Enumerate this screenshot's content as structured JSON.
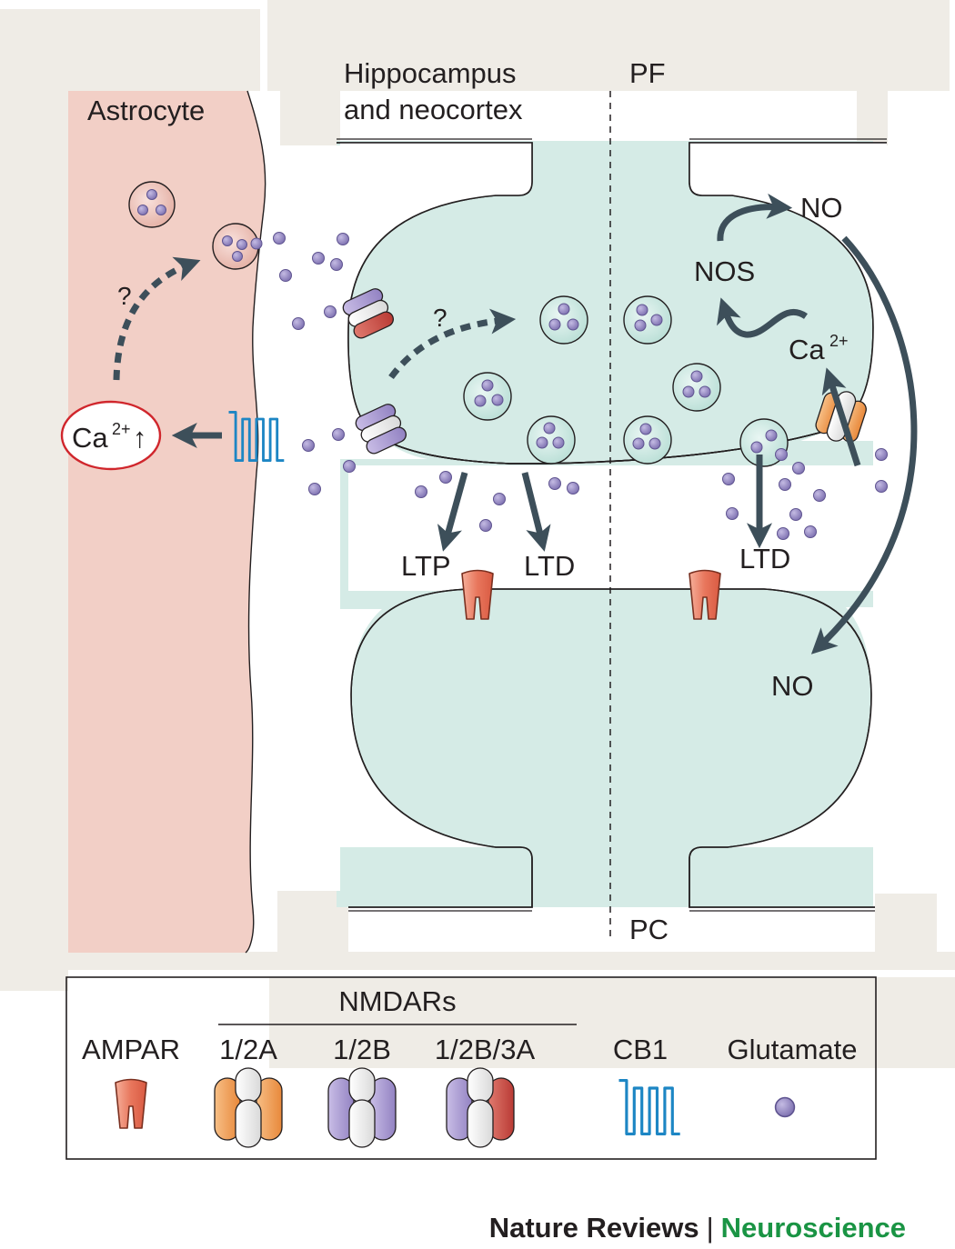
{
  "labels": {
    "astrocyte": "Astrocyte",
    "hippocampus_line1": "Hippocampus",
    "hippocampus_line2": "and neocortex",
    "pf": "PF",
    "pc": "PC",
    "question_astro": "?",
    "question_pre": "?",
    "ca_astro": "Ca",
    "ca_astro_sup": "2+",
    "ca_astro_arrow": "↑",
    "ca_pf": "Ca",
    "ca_pf_sup": "2+",
    "nos": "NOS",
    "no_top": "NO",
    "no_bottom": "NO",
    "ltp": "LTP",
    "ltd_left": "LTD",
    "ltd_right": "LTD"
  },
  "legend": {
    "group_title": "NMDARs",
    "items": [
      {
        "label": "AMPAR",
        "icon": "ampar-icon"
      },
      {
        "label": "1/2A",
        "icon": "nmdar-1-2a-icon"
      },
      {
        "label": "1/2B",
        "icon": "nmdar-1-2b-icon"
      },
      {
        "label": "1/2B/3A",
        "icon": "nmdar-1-2b-3a-icon"
      },
      {
        "label": "CB1",
        "icon": "cb1-icon"
      },
      {
        "label": "Glutamate",
        "icon": "glutamate-icon"
      }
    ]
  },
  "footer": {
    "journal": "Nature Reviews",
    "separator": "|",
    "subject": "Neuroscience"
  },
  "colors": {
    "astrocyte_fill": "#f2cfc6",
    "neuron_fill": "#d5ebe6",
    "background_block": "#efece6",
    "arrow": "#3d4f5a",
    "glutamate": "#8f83bd",
    "ampar": "#e8765c",
    "nmdar_2a": "#ef9a4e",
    "nmdar_2b": "#a896cc",
    "nmdar_3a": "#c9453e",
    "cb1": "#1d86c4",
    "ca_ring": "#d0262c",
    "brand_green": "#1a9444"
  }
}
